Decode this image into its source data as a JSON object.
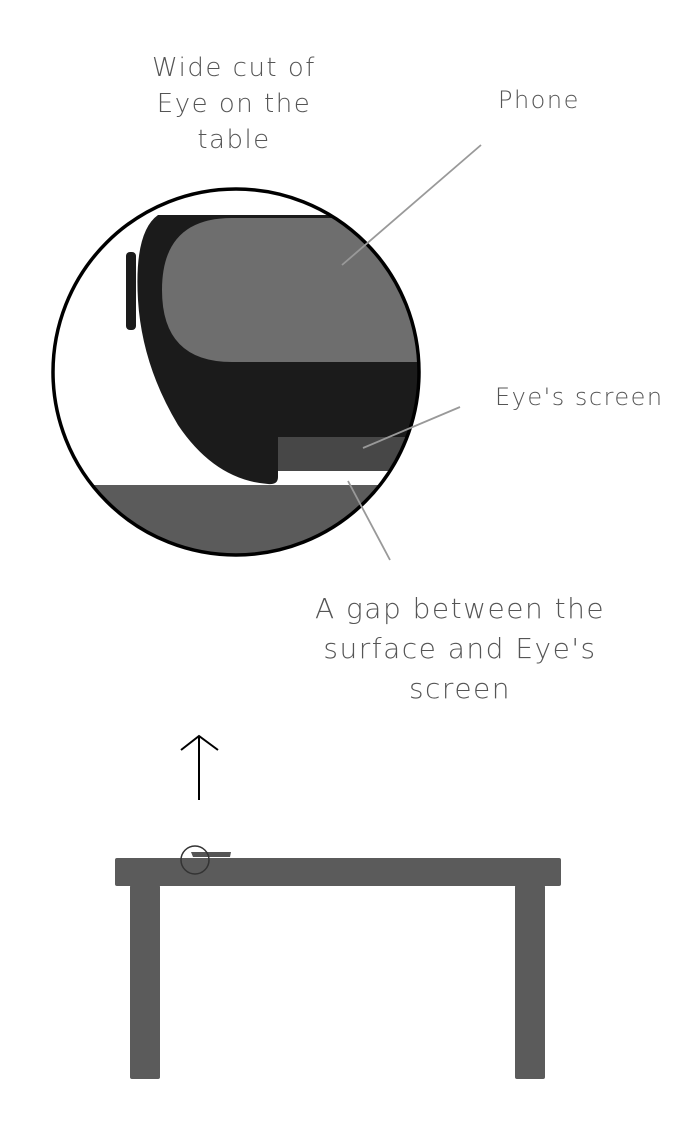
{
  "title_lines": [
    "Wide cut of",
    "Eye on the",
    "table"
  ],
  "labels": {
    "phone": "Phone",
    "eye_screen": "Eye's screen",
    "gap_lines": [
      "A gap between the",
      "surface and Eye's",
      "screen"
    ]
  },
  "colors": {
    "text": "#555555",
    "phone_body": "#6e6e6e",
    "eye_body": "#1b1b1b",
    "eye_screen": "#474747",
    "table": "#5b5b5b",
    "leader": "#999999"
  }
}
